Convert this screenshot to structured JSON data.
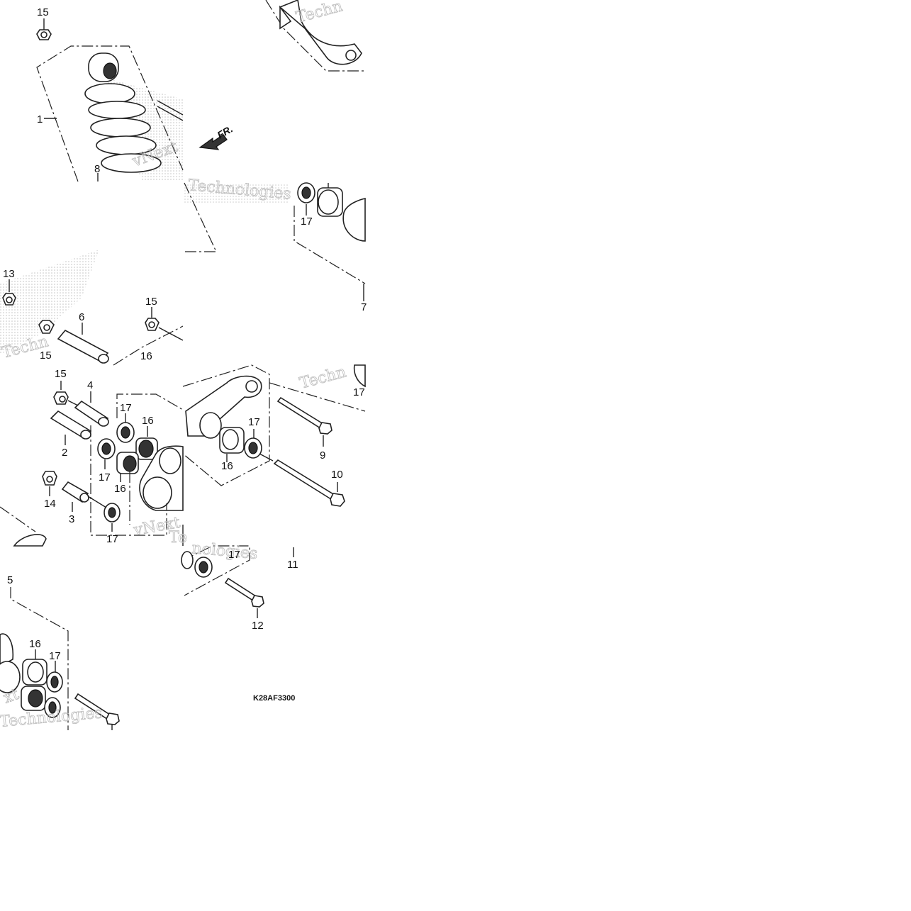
{
  "diagram": {
    "part_code": "K28AF3300",
    "direction_label": "FR.",
    "callouts": [
      "15",
      "1",
      "8",
      "13",
      "15",
      "6",
      "15",
      "16",
      "15",
      "4",
      "17",
      "16",
      "2",
      "17",
      "16",
      "14",
      "3",
      "17",
      "17",
      "16",
      "9",
      "10",
      "11",
      "17",
      "12",
      "5",
      "16",
      "17",
      "17",
      "7"
    ],
    "watermarks": [
      "Techn",
      "vNext",
      "Technologies",
      "Techn",
      "vNext",
      "Te",
      "nologies",
      "Techn",
      "xt",
      "Technologies"
    ],
    "colors": {
      "ink": "#222222",
      "watermark": "#bbbbbb",
      "background": "#ffffff"
    }
  }
}
